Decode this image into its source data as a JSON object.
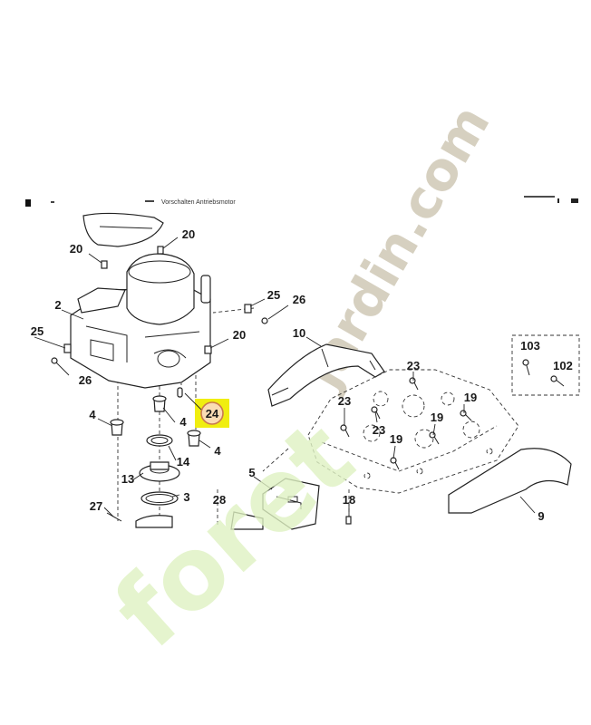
{
  "header": {
    "left_text": "Vorschalten Antriebsmotor",
    "right_text": ""
  },
  "highlight": {
    "label": "24",
    "fill_color": "#fadcb4",
    "ring_color": "#c87850",
    "box_color": "#f0ee10"
  },
  "callouts": {
    "c20a": "20",
    "c20b": "20",
    "c20c": "20",
    "c2": "2",
    "c25a": "25",
    "c25b": "25",
    "c26a": "26",
    "c26b": "26",
    "c10": "10",
    "c23a": "23",
    "c23b": "23",
    "c23c": "23",
    "c19a": "19",
    "c19b": "19",
    "c19c": "19",
    "c103": "103",
    "c102": "102",
    "c4a": "4",
    "c4b": "4",
    "c4c": "4",
    "c14": "14",
    "c13": "13",
    "c3": "3",
    "c5": "5",
    "c28": "28",
    "c18": "18",
    "c27": "27",
    "c9": "9"
  },
  "watermarks": {
    "top": {
      "text": "jardin.com",
      "color": "#cfc8b6"
    },
    "bottom": {
      "text": "foret",
      "color": "#dff2c2"
    }
  }
}
